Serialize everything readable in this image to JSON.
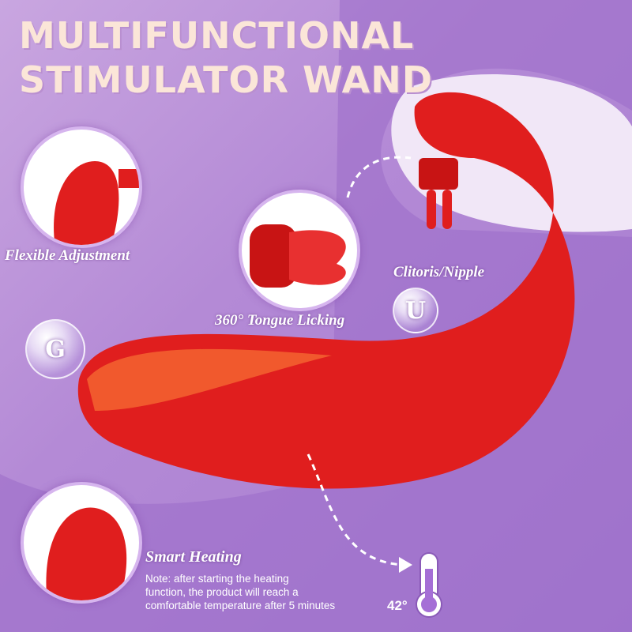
{
  "title": {
    "line1": "MULTIFUNCTIONAL",
    "line2": "STIMULATOR WAND"
  },
  "features": [
    {
      "label": "Flexible Adjustment"
    },
    {
      "label": "360° Tongue Licking"
    },
    {
      "label": "Clitoris/Nipple",
      "badge": "U"
    },
    {
      "badge": "G"
    },
    {
      "label": "Smart Heating",
      "note": [
        "Note: after starting the heating",
        "function, the product will reach a",
        "comfortable temperature after 5 minutes"
      ],
      "temperature": "42°"
    }
  ],
  "colors": {
    "product": "#e01e1e",
    "background": "#b48ad6",
    "title": "#fbe6d8"
  }
}
